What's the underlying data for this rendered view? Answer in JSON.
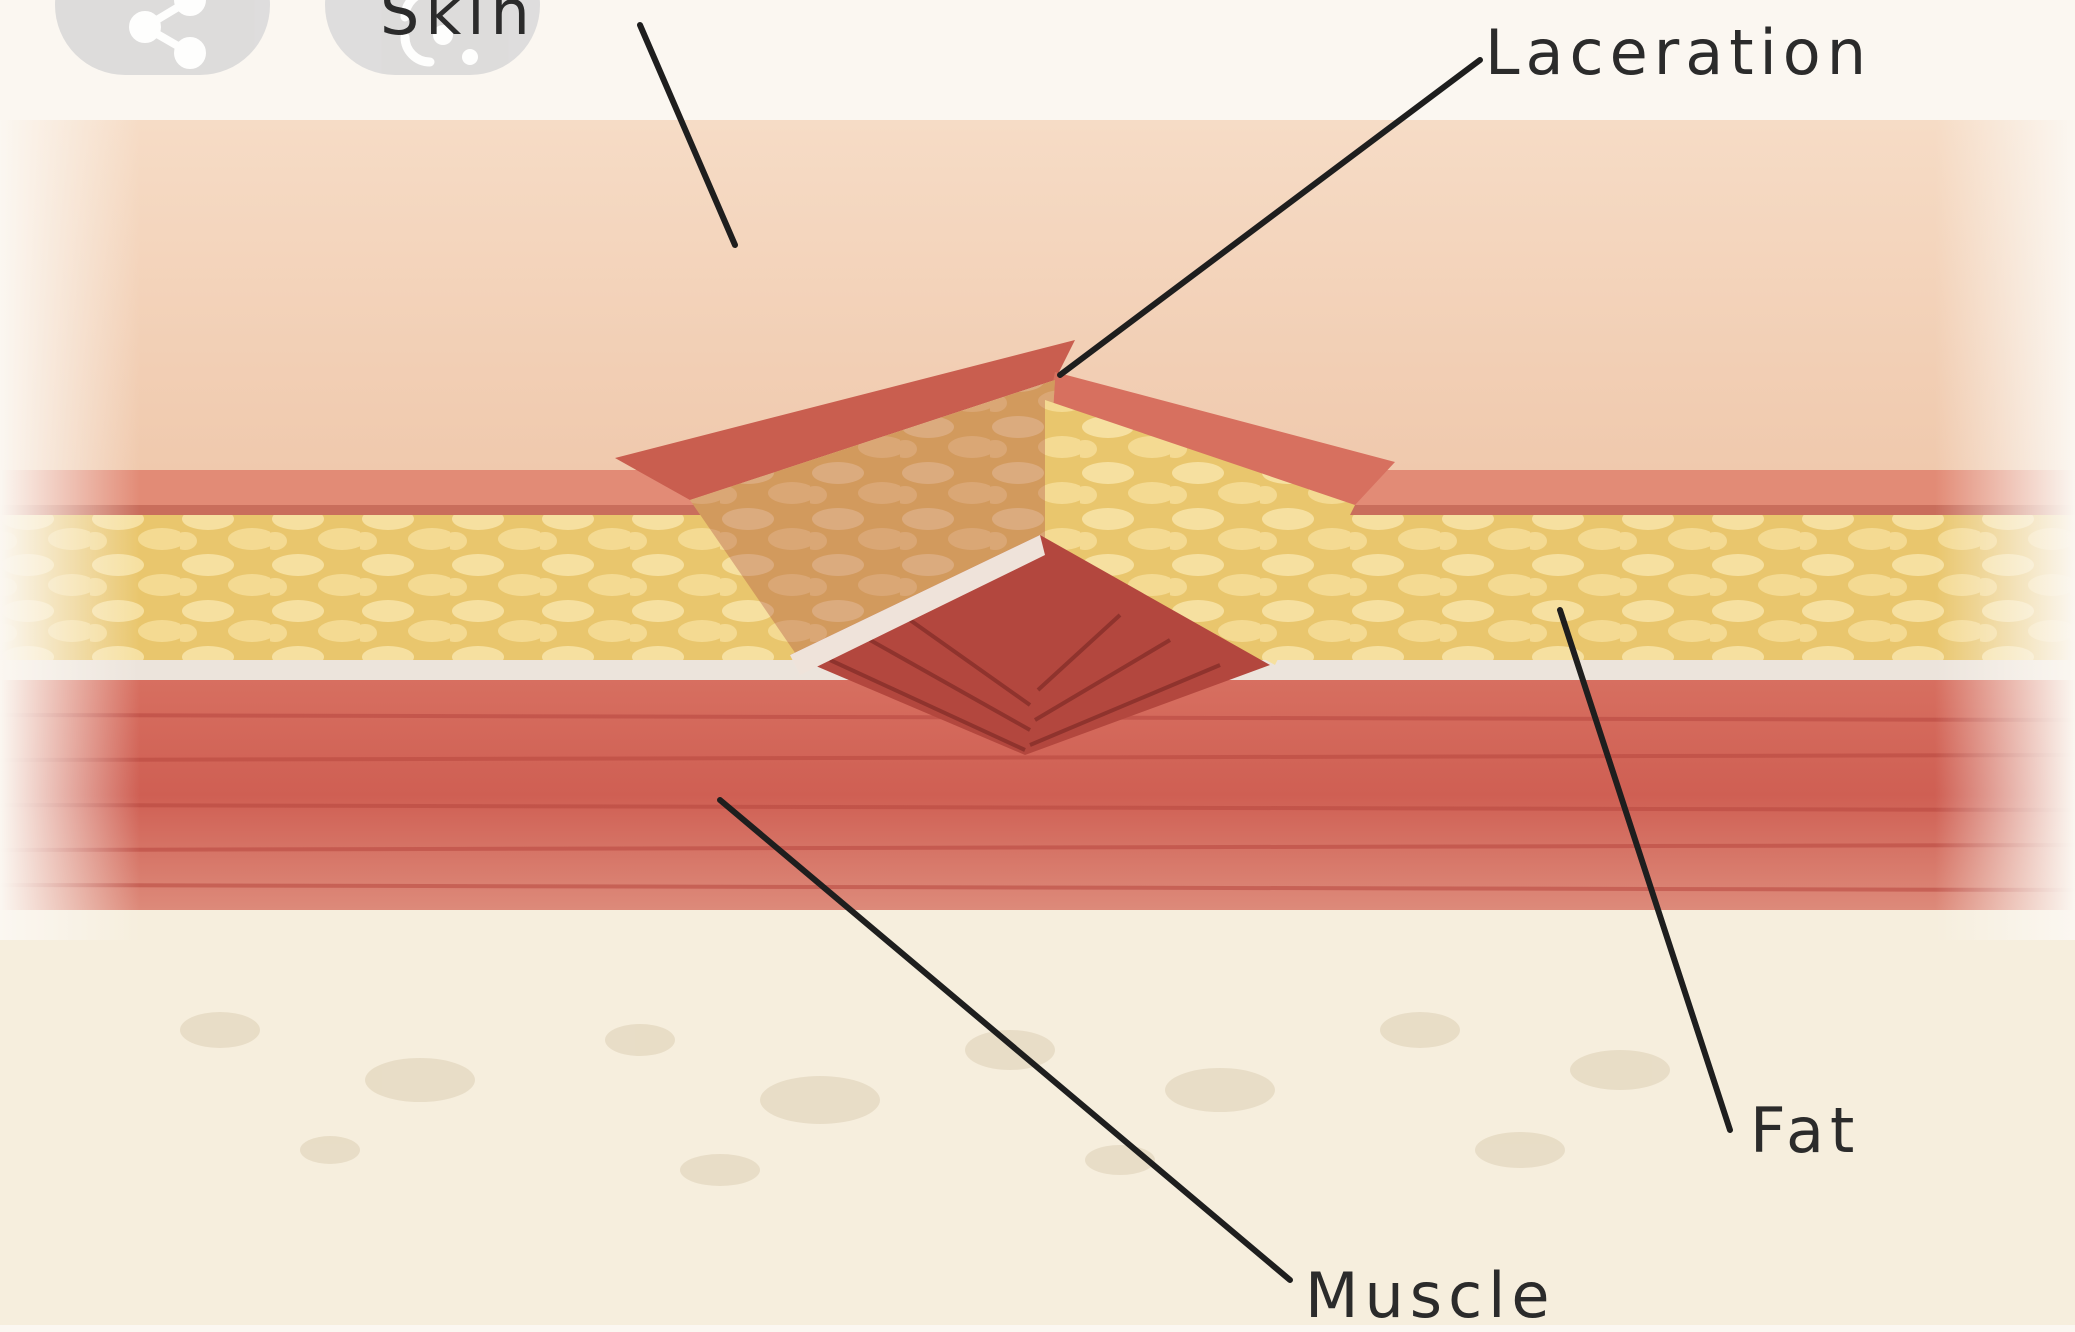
{
  "labels": {
    "skin": "Skin",
    "laceration": "Laceration",
    "fat": "Fat",
    "muscle": "Muscle"
  },
  "overlay_buttons": [
    {
      "icon": "share-icon"
    },
    {
      "icon": "lens-icon"
    }
  ],
  "colors": {
    "skin": "#f2cdb2",
    "skin_edge": "#d9745f",
    "fat": "#f0d27a",
    "fat_cell": "#f6e3a3",
    "muscle": "#d46b5e",
    "muscle_dark": "#b9473e",
    "bone": "#f4ead6"
  }
}
